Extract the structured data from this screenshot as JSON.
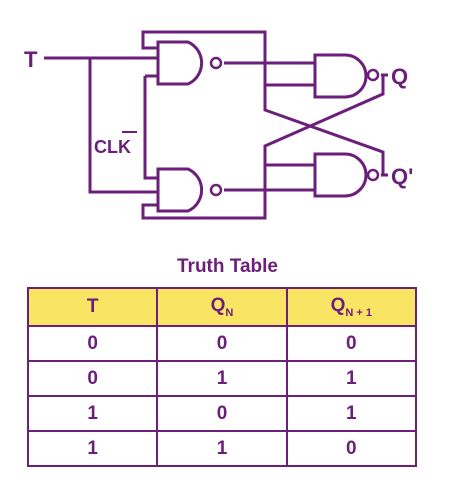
{
  "circuit": {
    "input_t": "T",
    "input_clk": "CLK",
    "output_q": "Q",
    "output_q_prime": "Q'"
  },
  "truth_table": {
    "title": "Truth Table",
    "headers": {
      "t": "T",
      "qn_main": "Q",
      "qn_sub": "N",
      "qn1_main": "Q",
      "qn1_sub": "N + 1"
    },
    "rows": [
      [
        "0",
        "0",
        "0"
      ],
      [
        "0",
        "1",
        "1"
      ],
      [
        "1",
        "0",
        "1"
      ],
      [
        "1",
        "1",
        "0"
      ]
    ]
  },
  "colors": {
    "line": "#6b1f7a",
    "header_fill": "#f9e563"
  }
}
